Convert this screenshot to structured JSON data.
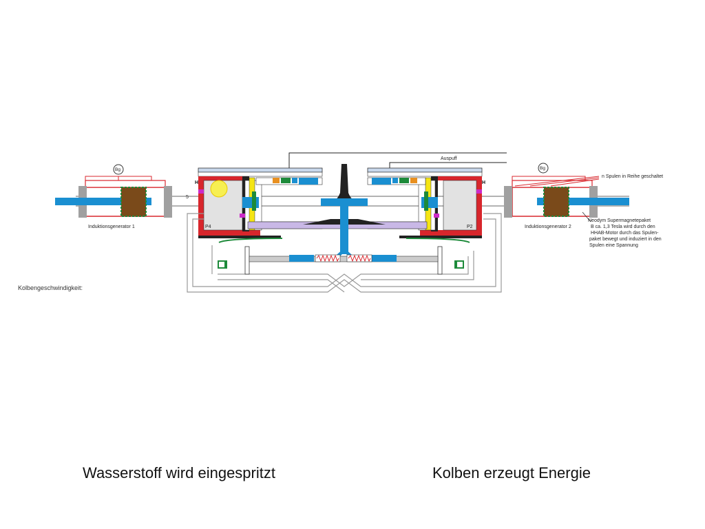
{
  "diagram": {
    "labels": {
      "auspuff": "Auspuff",
      "spulen_reihe": "n Spulen in Reihe geschaltet",
      "generator_1": "Induktionsgenerator 1",
      "generator_2": "Induktionsgenerator 2",
      "magnet_line_1": "Neodym Supermagnetepaket",
      "magnet_line_2": "B ca. 1,3 Tesla wird durch den",
      "magnet_line_3": "HHAB-Motor durch das Spulen-",
      "magnet_line_4": "paket bewegt und induziert in den",
      "magnet_line_5": "Spulen eine Spannung",
      "kolben_speed": "Kolbengeschwindigkeit:",
      "h_left": "H",
      "h_right": "H",
      "p4": "P4",
      "p2": "P2",
      "five": "5",
      "gauge_left": "Bg",
      "gauge_right": "Bg"
    },
    "colors": {
      "red": "#d8262c",
      "blue": "#1a8fd1",
      "green": "#1d8a3a",
      "grey": "#a0a0a0",
      "lavender": "#c9b8e6",
      "yellow": "#f5e514",
      "orange": "#e89020",
      "pipe": "#d4d4d4"
    }
  },
  "captions": {
    "left": "Wasserstoff wird eingespritzt",
    "right": "Kolben erzeugt Energie"
  }
}
